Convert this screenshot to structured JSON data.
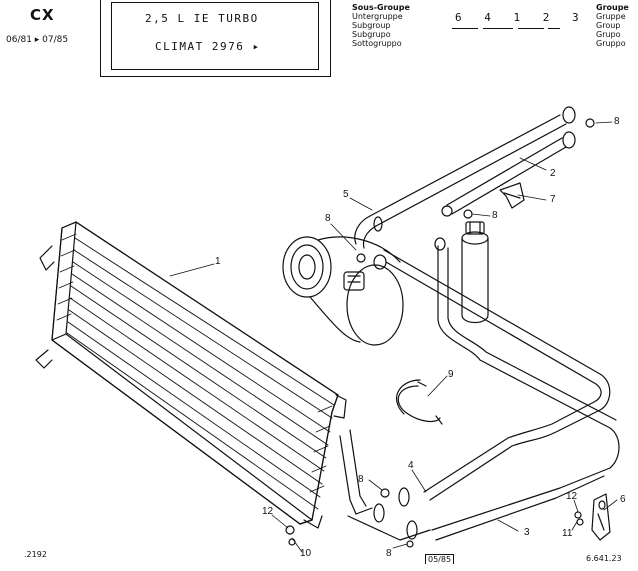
{
  "header": {
    "model": "CX",
    "date_range": "06/81 ▸ 07/85",
    "description_line1": "2,5 L IE TURBO",
    "description_line2": "CLIMAT 2976",
    "description_arrow": "▸",
    "subgroup_labels": [
      "Sous-Groupe",
      "Untergruppe",
      "Subgroup",
      "Subgrupo",
      "Sottogruppo"
    ],
    "subgroup_code": "6 4 1 2 3",
    "group_labels": [
      "Groupe",
      "Gruppe",
      "Group",
      "Grupo",
      "Gruppo"
    ]
  },
  "callouts": {
    "c1": "1",
    "c2": "2",
    "c3": "3",
    "c4": "4",
    "c5": "5",
    "c6": "6",
    "c7": "7",
    "c8a": "8",
    "c8b": "8",
    "c8c": "8",
    "c8d": "8",
    "c8e": "8",
    "c9": "9",
    "c10": "10",
    "c11": "11",
    "c12a": "12",
    "c12b": "12"
  },
  "footer": {
    "left_code": ".2192",
    "center_date": "05/85",
    "right_code": "6.641.23"
  }
}
